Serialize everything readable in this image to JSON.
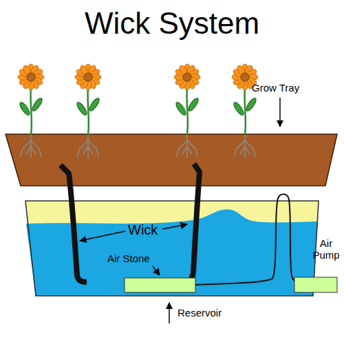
{
  "diagram": {
    "title": "Wick System",
    "labels": [
      "Grow Tray",
      "Wick",
      "Air Stone",
      "Air Pump",
      "Reservoir"
    ]
  }
}
